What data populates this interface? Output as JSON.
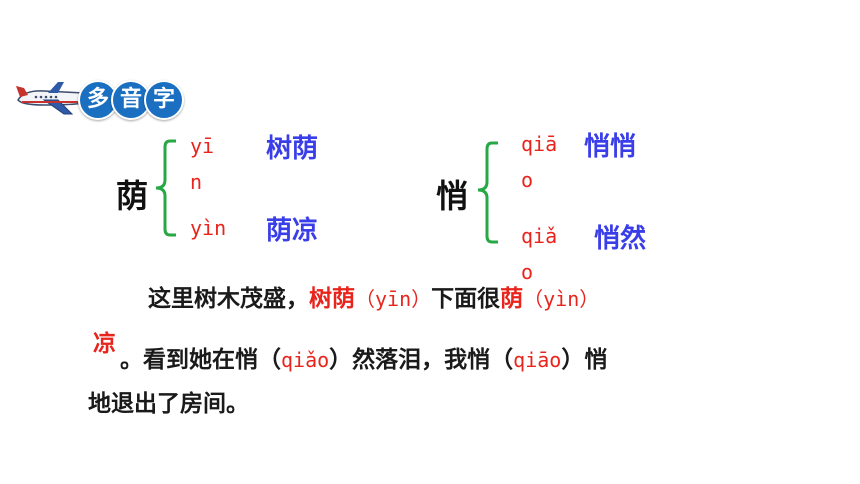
{
  "header": {
    "chars": [
      "多",
      "音",
      "字"
    ],
    "bubble_color": "#1a6fc1"
  },
  "groups": [
    {
      "char": "荫",
      "readings": [
        {
          "pinyin": "yīn",
          "word": "树荫"
        },
        {
          "pinyin": "yìn",
          "word": "荫凉"
        }
      ]
    },
    {
      "char": "悄",
      "readings": [
        {
          "pinyin": "qiāo",
          "word": "悄悄"
        },
        {
          "pinyin": "qiǎo",
          "word": "悄然"
        }
      ]
    }
  ],
  "passage": {
    "line1": {
      "t1": "这里树木茂盛，",
      "r1": "树荫",
      "p1": "（yīn）",
      "t2": "下面很",
      "r2": "荫",
      "p2": "（yìn）"
    },
    "line2": {
      "r1": "凉",
      "t1": "。看到她在悄（",
      "p1": "qiǎo",
      "t2": "）然落泪，我悄（",
      "p2": "qiāo",
      "t3": "）悄"
    },
    "line3": {
      "t1": "地退出了房间。"
    }
  },
  "colors": {
    "bracket": "#27a844",
    "red": "#e8241c",
    "blue": "#3a3ee8"
  }
}
